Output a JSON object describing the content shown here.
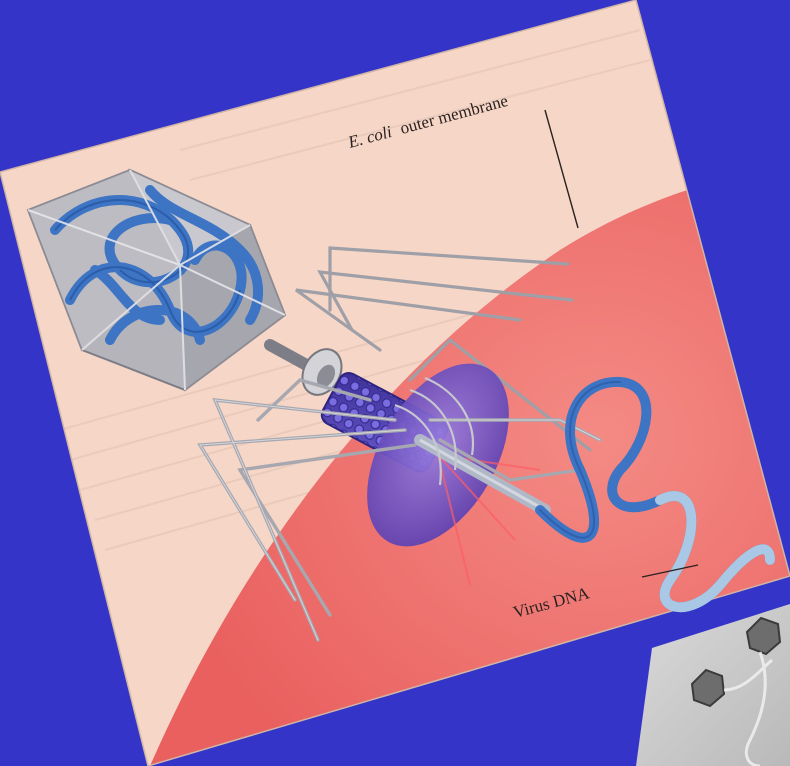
{
  "slide": {
    "background_color": "#3434c9",
    "accent_colors": {
      "page": "#f6d6c6",
      "membrane": "#ee6f6c",
      "dna": "#3d74c4",
      "baseplate": "#6f4fc4"
    }
  },
  "illustration": {
    "labels": {
      "membrane_species": "E. coli",
      "membrane_rest": "outer membrane",
      "dna": "Virus DNA"
    },
    "icons": [
      "bacteriophage-icon",
      "dna-strand-icon",
      "membrane-icon"
    ]
  },
  "micrograph": {
    "icons": [
      "phage-particle-icon"
    ]
  }
}
